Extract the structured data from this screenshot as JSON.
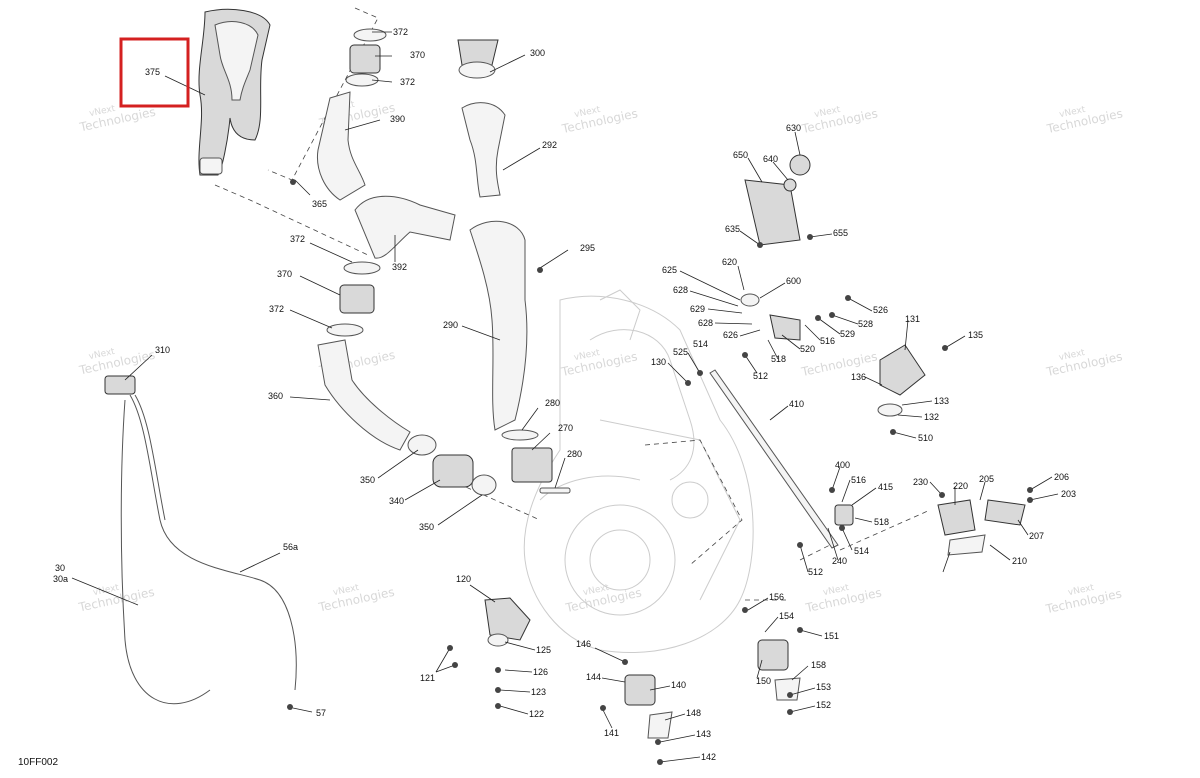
{
  "diagram": {
    "figure_code": "10FF002",
    "watermark": {
      "line1": "vNext",
      "line2": "Technologies",
      "line3": "vNext Technologies"
    },
    "highlighted_callout": "375",
    "callouts": [
      "375",
      "372",
      "370",
      "372",
      "300",
      "390",
      "292",
      "365",
      "392",
      "372",
      "370",
      "295",
      "372",
      "290",
      "310",
      "360",
      "280",
      "270",
      "280",
      "350",
      "340",
      "350",
      "30",
      "30a",
      "56a",
      "57",
      "120",
      "125",
      "126",
      "123",
      "122",
      "121",
      "146",
      "144",
      "141",
      "140",
      "148",
      "143",
      "142",
      "156",
      "154",
      "151",
      "150",
      "158",
      "153",
      "152",
      "650",
      "640",
      "630",
      "655",
      "635",
      "620",
      "625",
      "628",
      "629",
      "628",
      "626",
      "600",
      "526",
      "528",
      "529",
      "516",
      "520",
      "518",
      "512",
      "514",
      "525",
      "130",
      "131",
      "135",
      "136",
      "133",
      "132",
      "510",
      "410",
      "400",
      "516",
      "415",
      "518",
      "514",
      "512",
      "240",
      "230",
      "220",
      "205",
      "206",
      "203",
      "207",
      "210"
    ]
  }
}
